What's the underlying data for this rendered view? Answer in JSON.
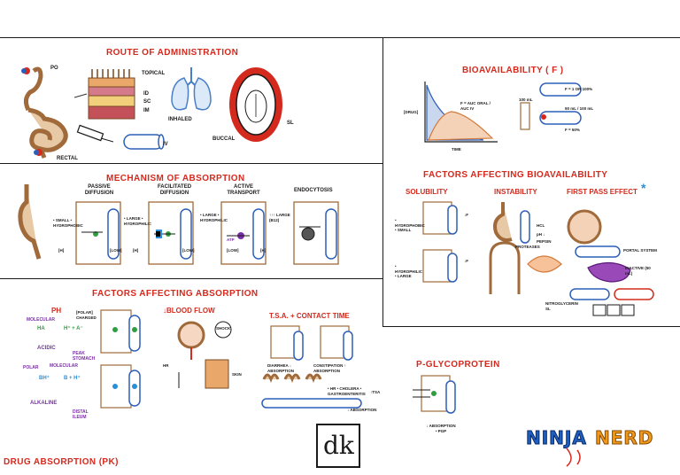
{
  "sections": {
    "route": {
      "title": "ROUTE OF ADMINISTRATION",
      "labels": [
        "PO",
        "TOPICAL",
        "ID",
        "SC",
        "IM",
        "INHALED",
        "BUCCAL",
        "SL",
        "IV",
        "RECTAL"
      ]
    },
    "mechanism": {
      "title": "MECHANISM OF ABSORPTION",
      "columns": [
        "PASSIVE DIFFUSION",
        "FACILITATED DIFFUSION",
        "ACTIVE TRANSPORT",
        "ENDOCYTOSIS"
      ],
      "notes": [
        "• SMALL • HYDROPHOBIC",
        "• LARGE • HYDROPHILIC",
        "• LARGE • HYDROPHILIC",
        "↑↑↑ LARGE (B12)",
        "ATP"
      ],
      "conc": [
        "[H]",
        "[LOW]",
        "[H]",
        "[LOW]",
        "[LOW]",
        "[H]"
      ]
    },
    "factors_absorption": {
      "title": "FACTORS AFFECTING ABSORPTION",
      "ph": {
        "title": "PH",
        "labels": [
          "MOLECULAR",
          "[POLAR] CHARGED",
          "HA",
          "H⁺ + A⁻",
          "ACIDIC",
          "PEAK STOMACH",
          "POLAR",
          "MOLECULAR",
          "BH⁺",
          "B + H⁺",
          "ALKALINE",
          "DISTAL ILEUM"
        ]
      },
      "blood_flow": {
        "title": "↓BLOOD FLOW",
        "labels": [
          "SHOCK",
          "SKIN",
          "HR",
          "↓"
        ]
      },
      "tsa": {
        "title": "T.S.A. + CONTACT TIME",
        "labels": [
          "DIARRHEA ↓ ABSORPTION",
          "CONSTIPATION ↑ ABSORPTION",
          "• HR • CHOLERA • GASTROENTERITIS",
          "↓ ABSORPTION",
          "↑TSA"
        ]
      }
    },
    "bioavailability": {
      "title": "BIOAVAILABILITY ( F )",
      "y_label": "[DRUG]",
      "x_label": "TIME",
      "formula": "F = AUC ORAL / AUC IV",
      "side_values": [
        "F = 1 OR 100%",
        "100 mL",
        "50 mL / 100 mL",
        "F = 50%"
      ]
    },
    "factors_bio": {
      "title": "FACTORS AFFECTING BIOAVAILABILITY",
      "columns": [
        "SOLUBILITY",
        "INSTABILITY",
        "FIRST PASS EFFECT"
      ],
      "asterisk": "*",
      "labels": [
        "• HYDROPHOBIC • SMALL",
        "• HYDROPHILIC • LARGE",
        "↓F",
        "↓F",
        "PROTEASES",
        "PORTAL SYSTEM",
        "INACTIVE (50 mL)",
        "NITROGLYCERIN SL",
        "HCL",
        "pH ↓",
        "PEPSIN"
      ]
    },
    "pgp": {
      "title": "P-GLYCOPROTEIN",
      "labels": [
        "↓ ABSORPTION • PGP"
      ]
    }
  },
  "footer": {
    "main_title": "DRUG ABSORPTION (PK)",
    "dk_logo": "dk",
    "brand_left": "NINJA",
    "brand_right": "NERD"
  },
  "colors": {
    "accent_red": "#d42a1e",
    "vessel_blue": "#2e5fb8",
    "cell_brown": "#a06a3a",
    "ph_purple": "#7b2fa6",
    "ph_green": "#2e9e3e",
    "ninja_blue": "#1f5fbf",
    "nerd_orange": "#f09a1a",
    "asterisk_blue": "#2a8fd6"
  },
  "icons": [
    "stomach-icon",
    "intestine-icon",
    "lungs-icon",
    "mouth-icon",
    "syringe-icon",
    "skin-layers-icon",
    "blood-vessel-icon",
    "cell-membrane-icon",
    "liver-icon",
    "heart-icon",
    "ninja-logo-icon"
  ]
}
